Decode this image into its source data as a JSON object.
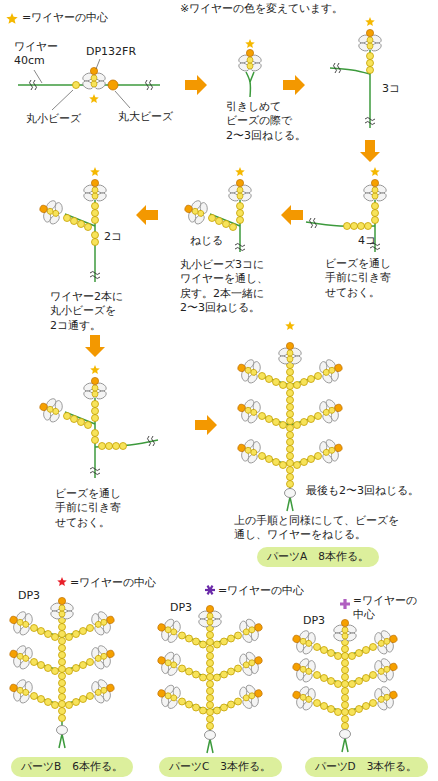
{
  "diagram": {
    "nodes": [
      {
        "text": [
          "パーツA　8本作る。"
        ]
      },
      {
        "text": [
          "パーツB　6本作る。"
        ]
      },
      {
        "text": [
          "パーツC　3本作る。"
        ]
      },
      {
        "text": [
          "パーツD　3本作る。"
        ]
      }
    ],
    "labels": [
      "=ワイヤーの中心",
      "※ワイヤーの色を変えています。",
      "ワイヤー 40cm",
      "DP132FR",
      "丸小ビーズ",
      "丸大ビーズ",
      "引きしめて ビーズの際で 2〜3回ねじる。",
      "3コ",
      "4コ",
      "ビーズを通し 手前に引き寄 せておく。",
      "ねじる",
      "丸小ビーズ3コに ワイヤーを通し、 戻す。2本一緒に 2〜3回ねじる。",
      "2コ",
      "ワイヤー2本に 丸小ビーズを 2コ通す。",
      "ビーズを通し 手前に引き寄 せておく。",
      "最後も2〜3回ねじる。",
      "上の手順と同様にして、ビーズを 通し、ワイヤーをねじる。",
      "DP3",
      "=ワイヤーの中心",
      "DP3",
      "=ワイヤーの中心",
      "DP3",
      "=ワイヤーの 中心"
    ]
  }
}
